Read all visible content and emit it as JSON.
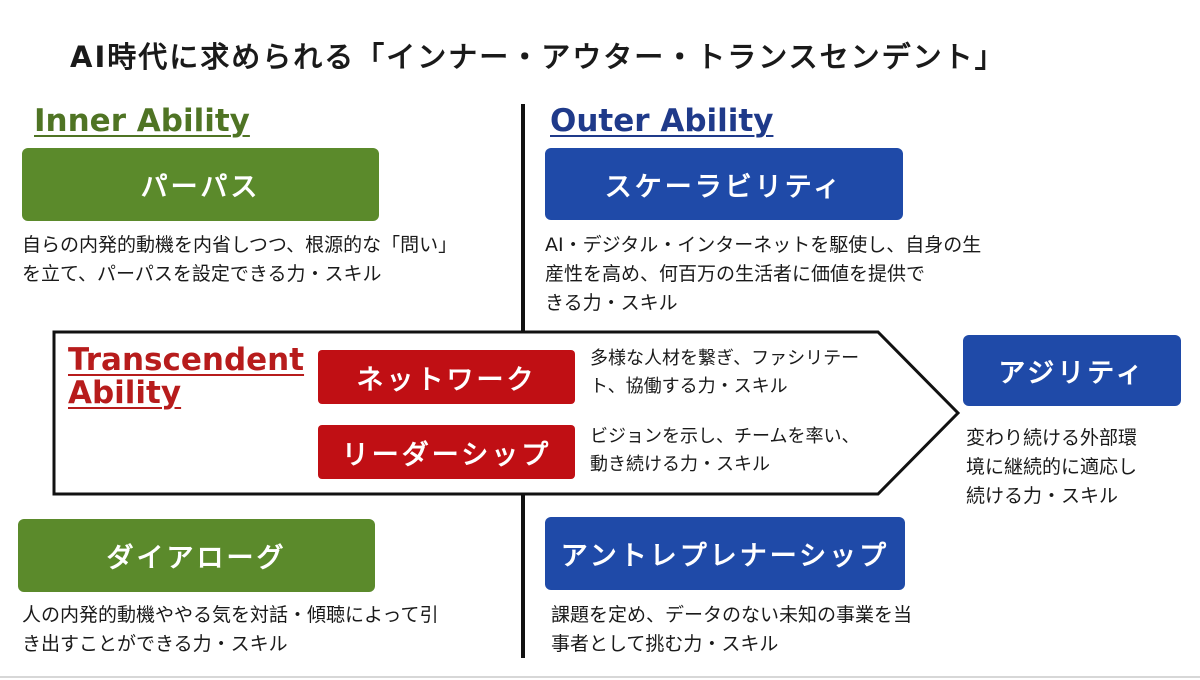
{
  "title": "AI時代に求められる「インナー・アウター・トランスセンデント」",
  "inner": {
    "heading": "Inner Ability",
    "purpose": {
      "label": "パーパス",
      "desc": [
        "自らの内発的動機を内省しつつ、根源的な「問い」",
        "を立て、パーパスを設定できる力・スキル"
      ]
    },
    "dialogue": {
      "label": "ダイアローグ",
      "desc": [
        "人の内発的動機ややる気を対話・傾聴によって引",
        "き出すことができる力・スキル"
      ]
    }
  },
  "outer": {
    "heading": "Outer Ability",
    "scalability": {
      "label": "スケーラビリティ",
      "desc": [
        "AI・デジタル・インターネットを駆使し、自身の生",
        "産性を高め、何百万の生活者に価値を提供で",
        "きる力・スキル"
      ]
    },
    "entrepreneurship": {
      "label": "アントレプレナーシップ",
      "desc": [
        "課題を定め、データのない未知の事業を当",
        "事者として挑む力・スキル"
      ]
    }
  },
  "transcendent": {
    "heading_line1": "Transcendent",
    "heading_line2": "Ability",
    "network": {
      "label": "ネットワーク",
      "desc": [
        "多様な人材を繋ぎ、ファシリテー",
        "ト、協働する力・スキル"
      ]
    },
    "leadership": {
      "label": "リーダーシップ",
      "desc": [
        "ビジョンを示し、チームを率い、",
        "動き続ける力・スキル"
      ]
    }
  },
  "agility": {
    "label": "アジリティ",
    "desc": [
      "変わり続ける外部環",
      "境に継続的に適応し",
      "続ける力・スキル"
    ]
  },
  "colors": {
    "inner_green": "#5b8a2b",
    "outer_blue": "#1f4aa8",
    "transcendent_red": "#c00f14"
  }
}
